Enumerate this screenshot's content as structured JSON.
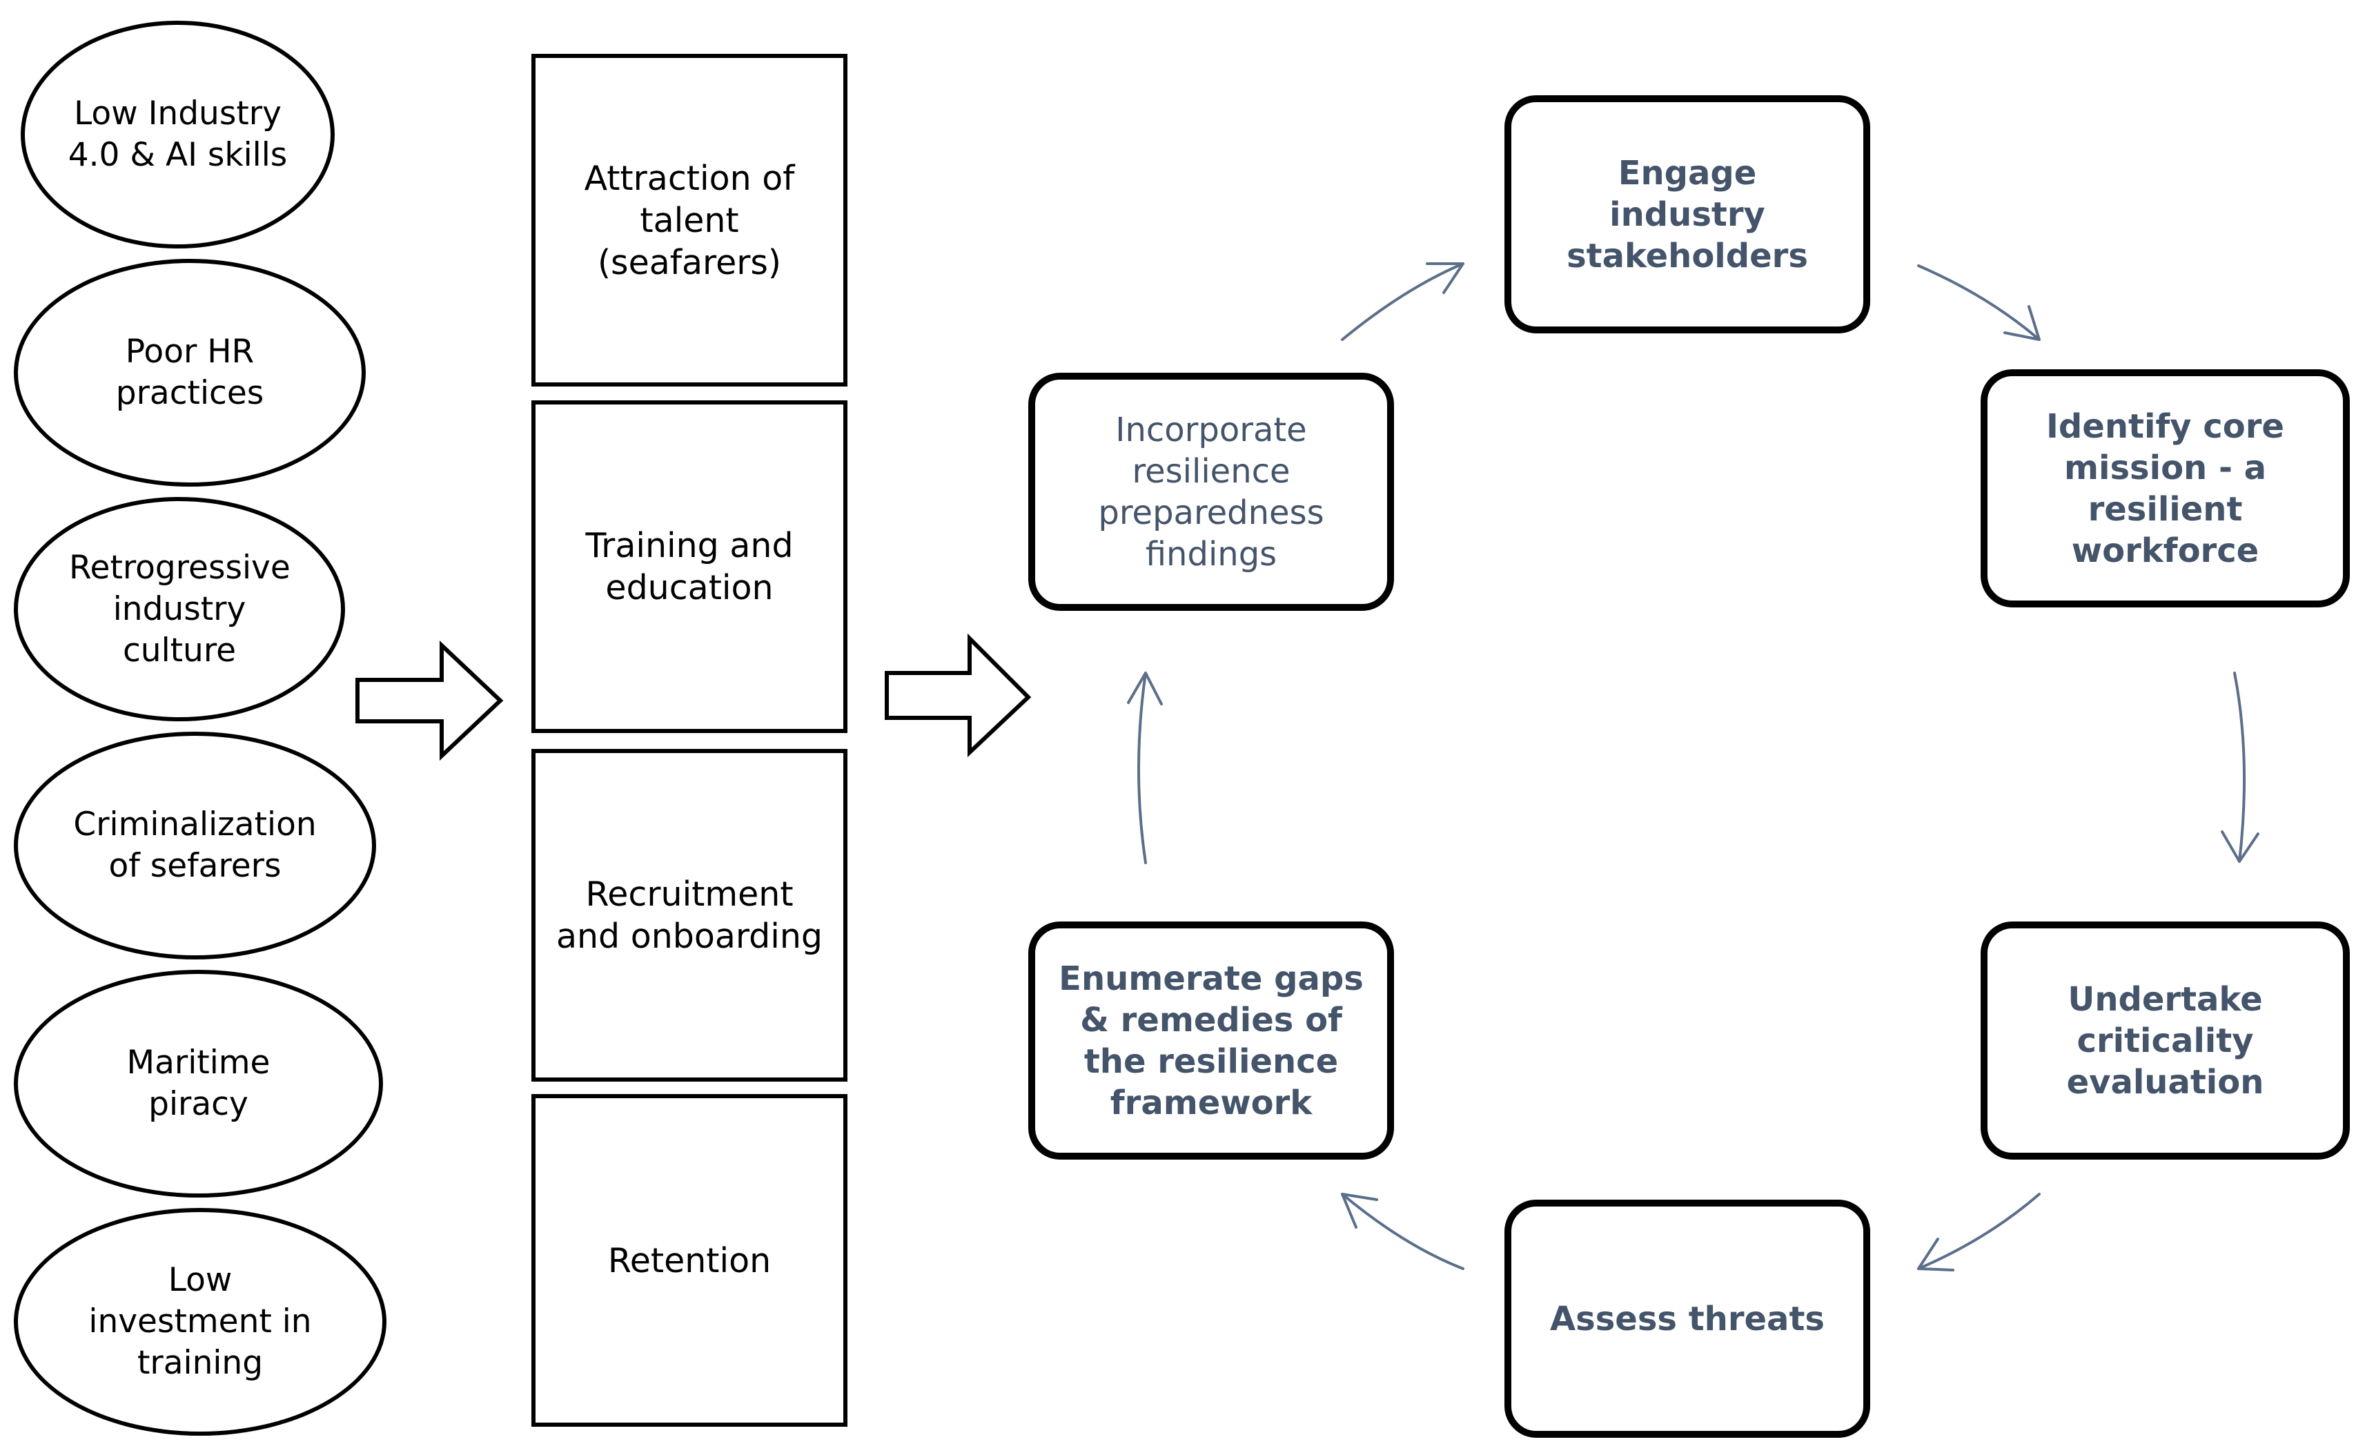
{
  "challenges": [
    "Low Industry 4.0 & AI skills",
    "Poor HR practices",
    "Retrogressive industry culture",
    "Criminalization of sefarers",
    "Maritime piracy",
    "Low investment in training"
  ],
  "workforce_areas": [
    "Attraction of talent (seafarers)",
    "Training and education",
    "Recruitment and onboarding",
    "Retention"
  ],
  "cycle_steps": {
    "engage": "Engage industry stakeholders",
    "identify": "Identify core mission - a resilient workforce",
    "undertake": "Undertake criticality evaluation",
    "assess": "Assess threats",
    "enumerate": "Enumerate gaps & remedies of the resilience framework",
    "incorporate": "Incorporate resilience preparedness findings"
  },
  "colors": {
    "outline": "#000000",
    "cycle_text": "#44546a",
    "cycle_arrow": "#5b6f8a"
  }
}
